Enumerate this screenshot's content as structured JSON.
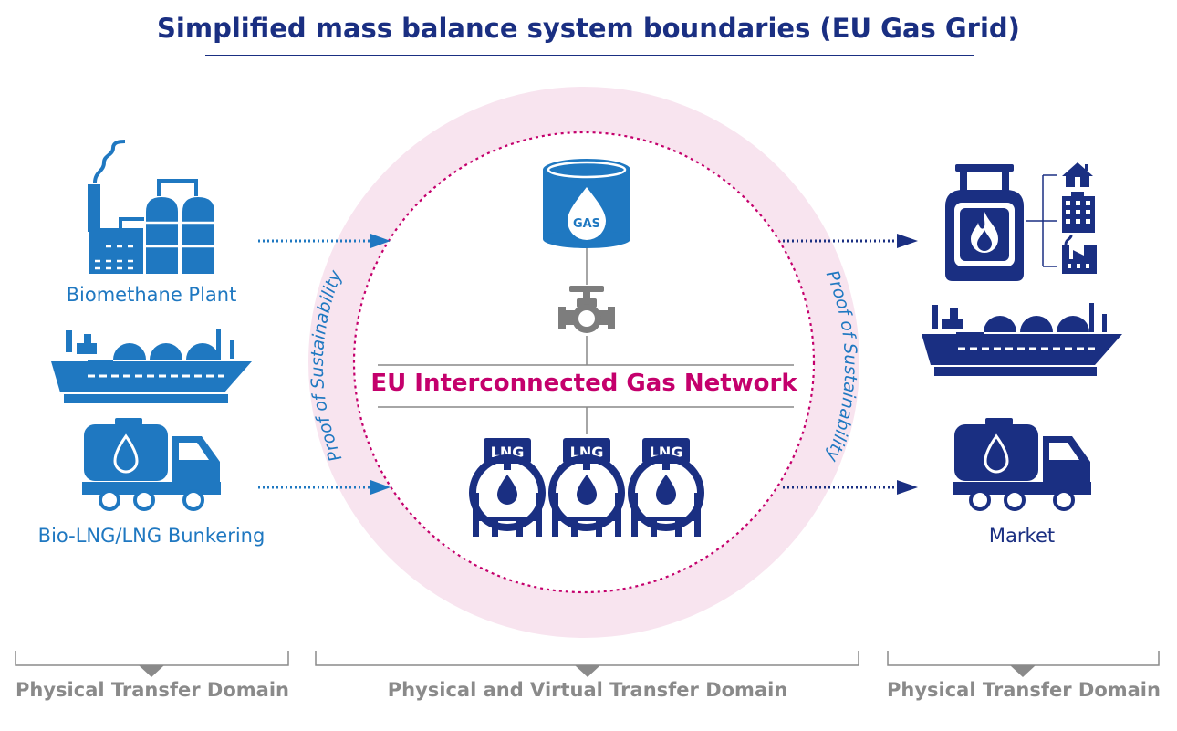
{
  "title": "Simplified mass balance system boundaries (EU Gas Grid)",
  "left": {
    "plant_label": "Biomethane Plant",
    "bunkering_label": "Bio-LNG/LNG Bunkering"
  },
  "center": {
    "network_label": "EU Interconnected Gas Network",
    "proof_left": "Proof of Sustainability",
    "proof_right": "Proof of Sustainability",
    "tank_label": "GAS",
    "lng_labels": [
      "LNG",
      "LNG",
      "LNG"
    ]
  },
  "right": {
    "market_label": "Market"
  },
  "domains": {
    "left": "Physical Transfer Domain",
    "center": "Physical and Virtual Transfer Domain",
    "right": "Physical Transfer Domain"
  },
  "colors": {
    "title_navy": "#1a2f82",
    "source_blue": "#1f78c1",
    "network_magenta": "#c4006c",
    "ring_pink": "#f8e4ef",
    "domain_grey": "#8a8a8a",
    "equipment_grey": "#7d7d7d"
  },
  "icons": {
    "left": [
      "factory-icon",
      "lng-ship-icon",
      "tanker-truck-icon"
    ],
    "center": [
      "gas-tank-icon",
      "valve-icon",
      "lng-sphere-tank-icon"
    ],
    "right": [
      "gas-cylinder-icon",
      "house-icon",
      "building-icon",
      "factory-icon",
      "lng-ship-icon",
      "tanker-truck-icon"
    ]
  }
}
